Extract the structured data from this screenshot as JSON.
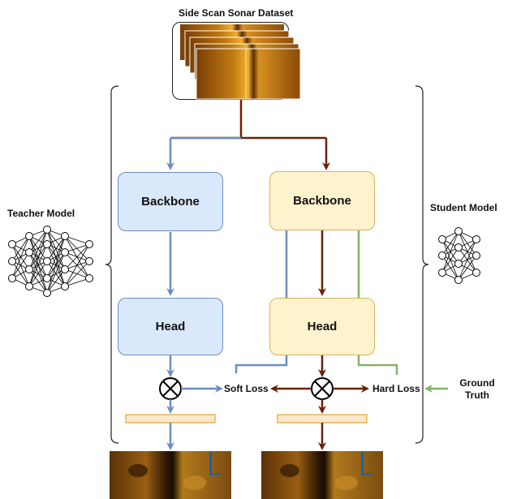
{
  "title": "Side Scan Sonar Dataset",
  "teacher": {
    "label": "Teacher Model",
    "backbone": "Backbone",
    "head": "Head"
  },
  "student": {
    "label": "Student Model",
    "backbone": "Backbone",
    "head": "Head"
  },
  "losses": {
    "soft": "Soft Loss",
    "hard": "Hard Loss"
  },
  "ground_truth": "Ground\nTruth",
  "colors": {
    "teacher_arrow": "#6c8ebf",
    "student_arrow": "#6b2007",
    "ground_truth_arrow": "#82b366",
    "teacher_fill": "#dae8fc",
    "student_fill": "#fff2cc",
    "output_bar": "#ffe6cc"
  }
}
